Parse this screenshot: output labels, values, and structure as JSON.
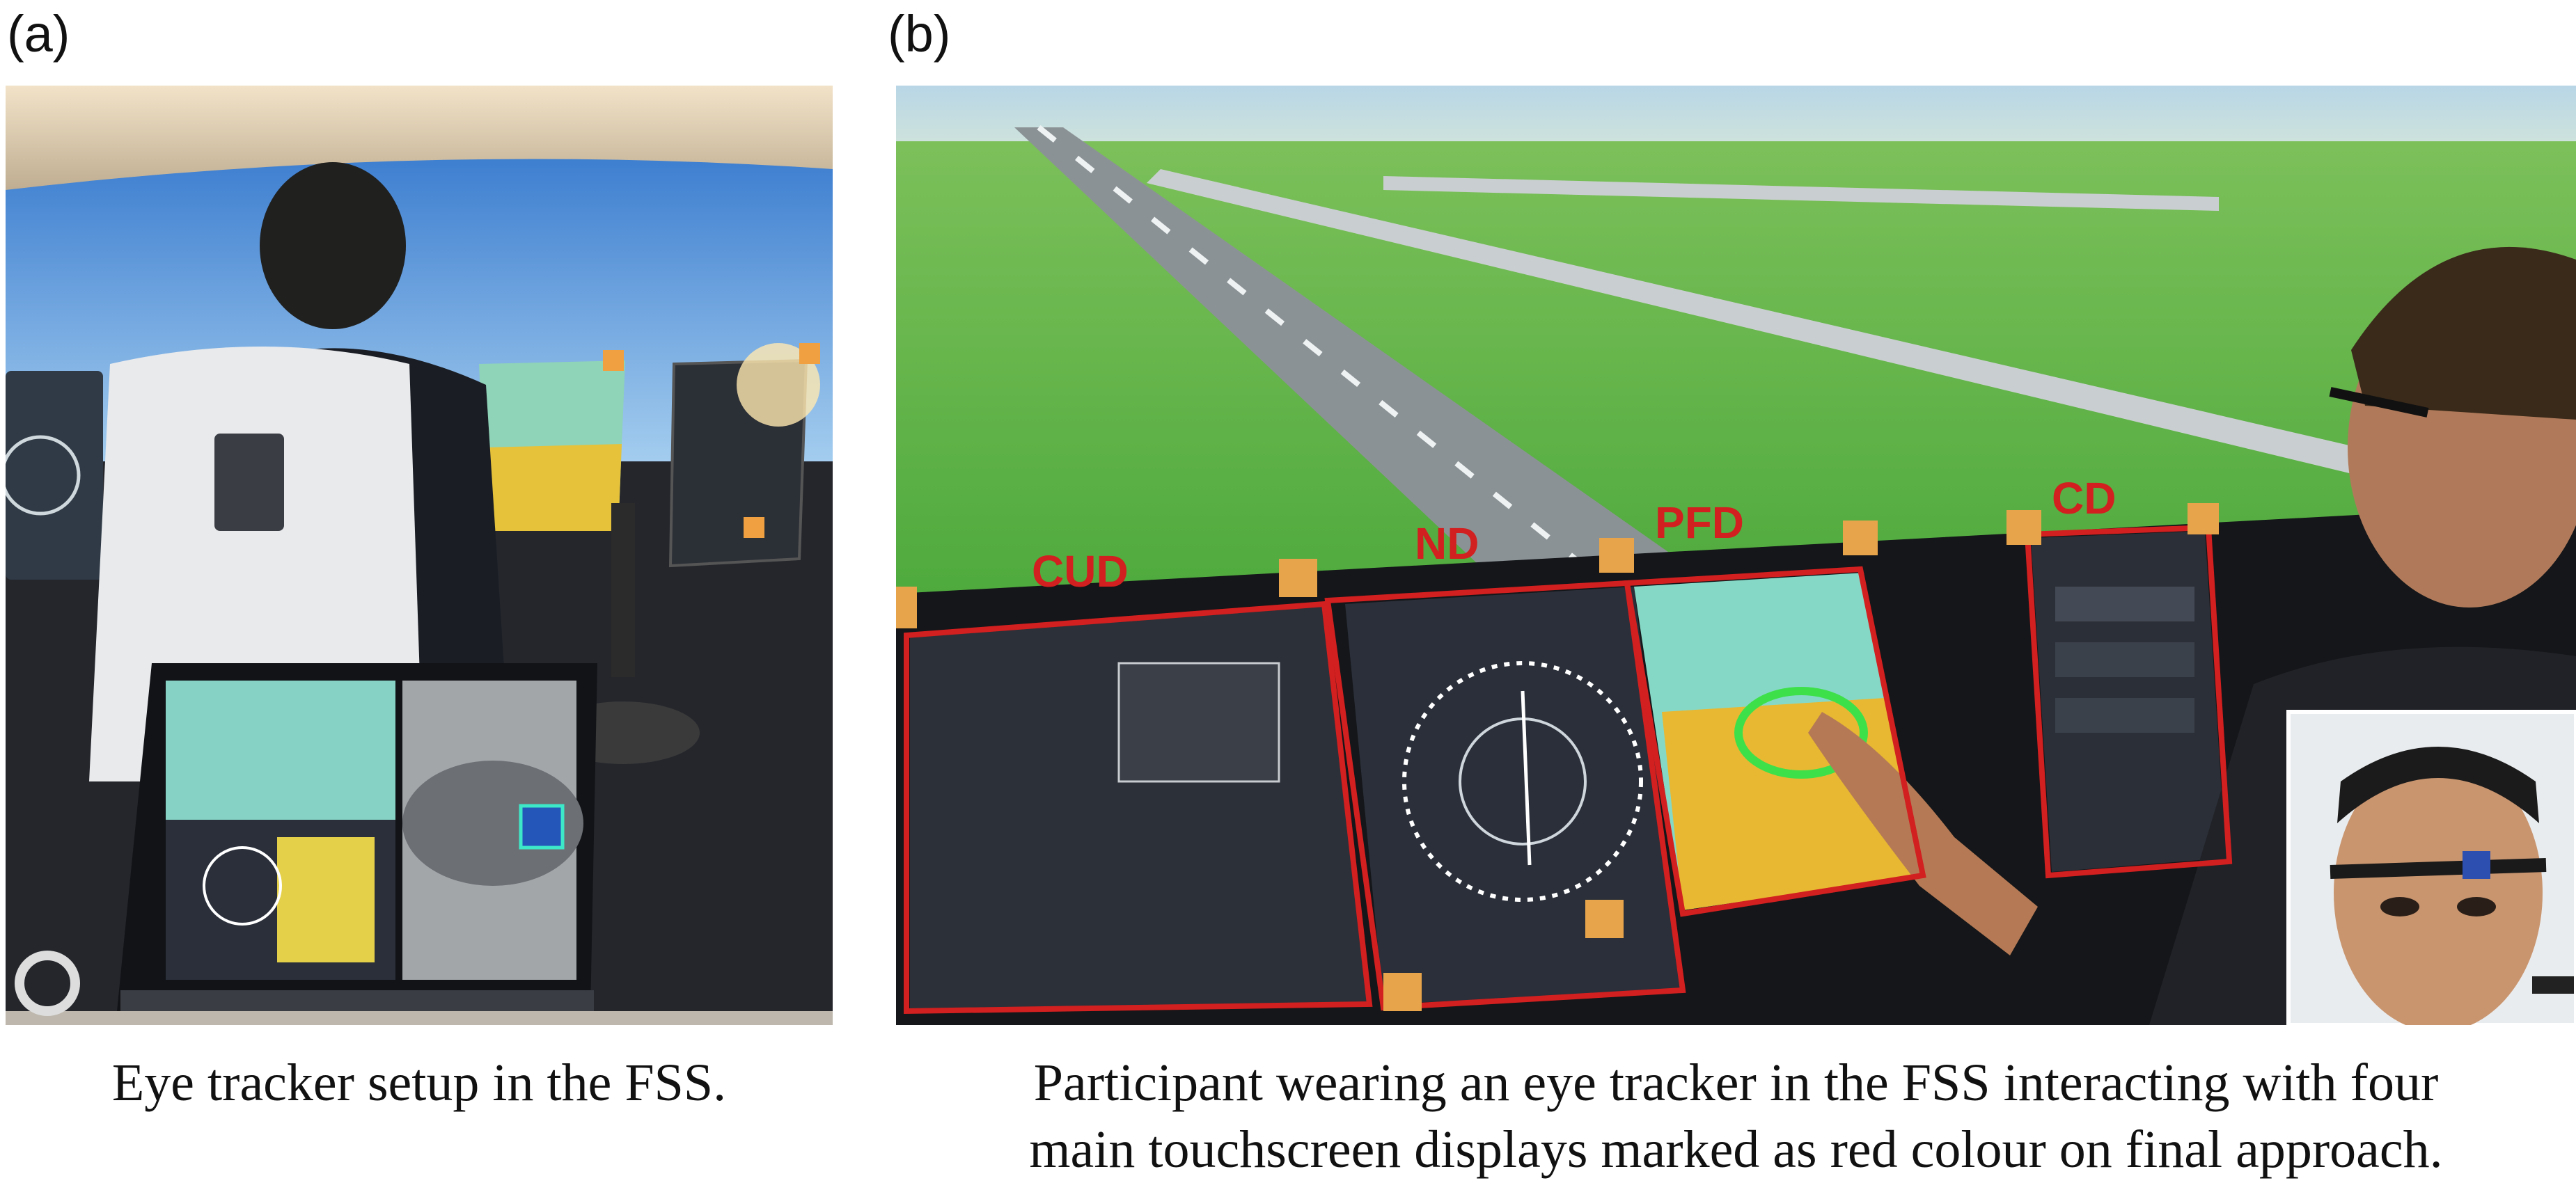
{
  "figure": {
    "panel_a": {
      "label": "(a)",
      "caption": "Eye tracker setup in the FSS."
    },
    "panel_b": {
      "label": "(b)",
      "caption_line1": "Participant wearing an eye tracker in the FSS interacting with four",
      "caption_line2": "main touchscreen displays marked as red colour on final approach.",
      "displays": [
        {
          "id": "cud",
          "label": "CUD"
        },
        {
          "id": "nd",
          "label": "ND"
        },
        {
          "id": "pfd",
          "label": "PFD"
        },
        {
          "id": "cd",
          "label": "CD"
        }
      ]
    },
    "colors": {
      "highlight_red": "#d21f1f",
      "sky_blue": "#4f8fd6",
      "grass_green": "#5fbf3f",
      "pfd_yellow": "#e8b832",
      "pfd_cyan": "#7fd6c8"
    }
  }
}
